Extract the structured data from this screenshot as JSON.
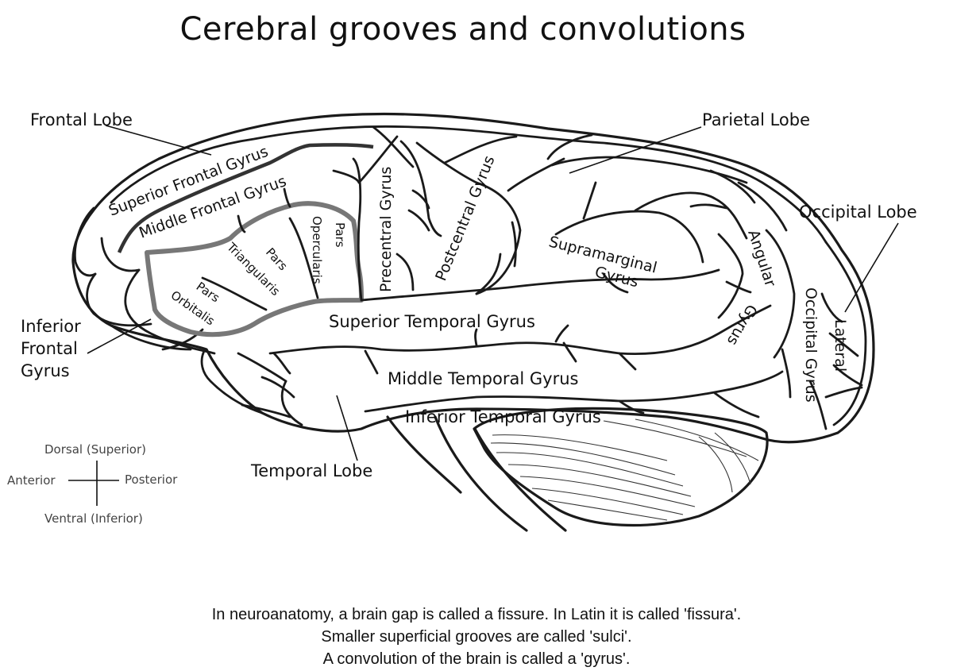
{
  "title": "Cerebral grooves and convolutions",
  "labels": {
    "frontal_lobe": "Frontal Lobe",
    "parietal_lobe": "Parietal Lobe",
    "occipital_lobe": "Occipital Lobe",
    "temporal_lobe": "Temporal Lobe",
    "inferior_frontal_gyrus": [
      "Inferior",
      "Frontal",
      "Gyrus"
    ],
    "superior_frontal_gyrus": "Superior Frontal Gyrus",
    "middle_frontal_gyrus": "Middle Frontal Gyrus",
    "pars_opercularis": [
      "Pars",
      "Opercularis"
    ],
    "pars_triangularis": [
      "Pars",
      "Triangularis"
    ],
    "pars_orbitalis": [
      "Pars",
      "Orbitalis"
    ],
    "precentral_gyrus": "Precentral Gyrus",
    "postcentral_gyrus": "Postcentral Gyrus",
    "supramarginal_gyrus": [
      "Supramarginal",
      "Gyrus"
    ],
    "angular_gyrus": [
      "Angular",
      "Gyrus"
    ],
    "lateral_occipital_gyrus": [
      "Lateral",
      "Occipital Gyrus"
    ],
    "superior_temporal_gyrus": "Superior Temporal Gyrus",
    "middle_temporal_gyrus": "Middle Temporal Gyrus",
    "inferior_temporal_gyrus": "Inferior Temporal Gyrus"
  },
  "compass": {
    "top": "Dorsal (Superior)",
    "bottom": "Ventral (Inferior)",
    "left": "Anterior",
    "right": "Posterior"
  },
  "caption": [
    "In neuroanatomy, a brain gap is called a fissure. In Latin it is called 'fissura'.",
    "Smaller superficial grooves are called 'sulci'.",
    "A convolution of the brain is called a 'gyrus'."
  ]
}
